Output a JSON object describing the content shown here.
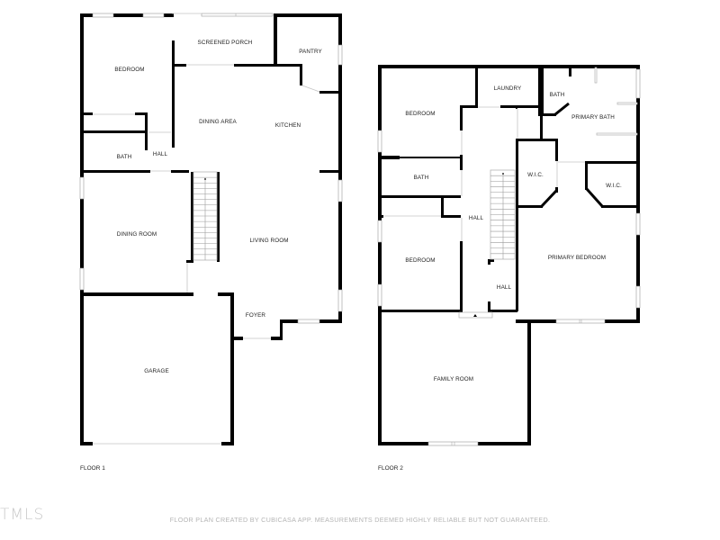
{
  "floor1": {
    "label": "FLOOR 1",
    "rooms": {
      "bedroom": "BEDROOM",
      "screened_porch": "SCREENED PORCH",
      "pantry": "PANTRY",
      "dining_area": "DINING AREA",
      "kitchen": "KITCHEN",
      "bath": "BATH",
      "hall": "HALL",
      "dining_room": "DINING ROOM",
      "living_room": "LIVING ROOM",
      "foyer": "FOYER",
      "garage": "GARAGE"
    }
  },
  "floor2": {
    "label": "FLOOR 2",
    "rooms": {
      "bedroom_1": "BEDROOM",
      "laundry": "LAUNDRY",
      "bath_small": "BATH",
      "primary_bath": "PRIMARY BATH",
      "bath": "BATH",
      "wic_1": "W.I.C.",
      "wic_2": "W.I.C.",
      "hall_1": "HALL",
      "bedroom_2": "BEDROOM",
      "primary_bedroom": "PRIMARY BEDROOM",
      "hall_2": "HALL",
      "family_room": "FAMILY ROOM"
    }
  },
  "footer": {
    "disclaimer": "FLOOR PLAN CREATED BY CUBICASA APP. MEASUREMENTS DEEMED HIGHLY RELIABLE BUT NOT GUARANTEED.",
    "logo": "TMLS"
  },
  "colors": {
    "wall": "#000000",
    "window": "#9a9a9a",
    "label": "#222222",
    "footer_text": "#b5b5b5"
  }
}
